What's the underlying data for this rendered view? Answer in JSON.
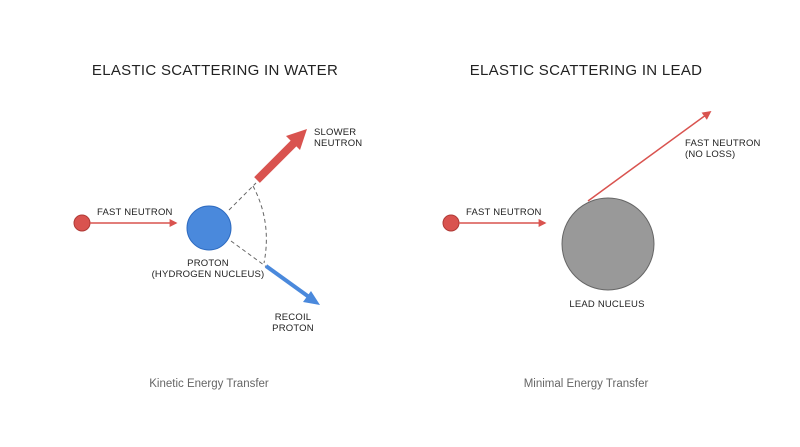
{
  "colors": {
    "neutron": "#d9534f",
    "neutron_stroke": "#b03a36",
    "proton": "#4a89dc",
    "proton_stroke": "#2e6bc0",
    "lead": "#999999",
    "lead_stroke": "#666666",
    "dashed": "#666666",
    "text": "#222222",
    "caption": "#666666"
  },
  "left_panel": {
    "title": "ELASTIC SCATTERING IN WATER",
    "incoming_label": "FAST NEUTRON",
    "target_label_line1": "PROTON",
    "target_label_line2": "(HYDROGEN NUCLEUS)",
    "outgoing_neutron_line1": "SLOWER",
    "outgoing_neutron_line2": "NEUTRON",
    "recoil_line1": "RECOIL",
    "recoil_line2": "PROTON",
    "caption": "Kinetic Energy Transfer"
  },
  "right_panel": {
    "title": "ELASTIC SCATTERING IN LEAD",
    "incoming_label": "FAST NEUTRON",
    "target_label": "LEAD NUCLEUS",
    "outgoing_line1": "FAST NEUTRON",
    "outgoing_line2": "(NO LOSS)",
    "caption": "Minimal Energy Transfer"
  }
}
